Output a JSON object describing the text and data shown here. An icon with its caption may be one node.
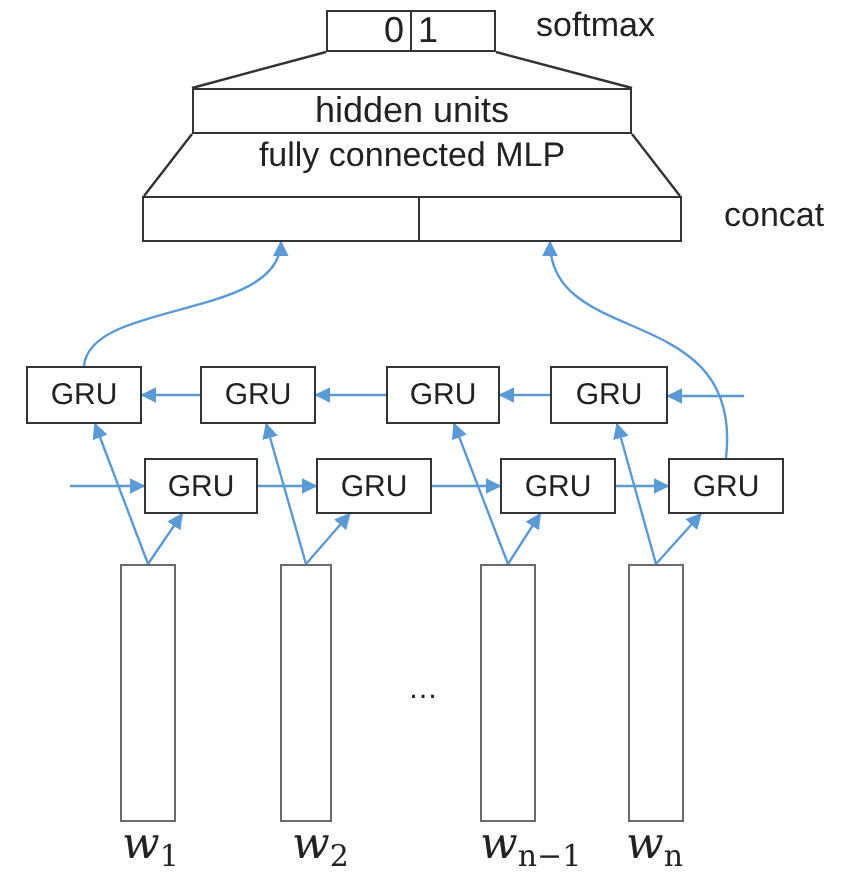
{
  "diagram": {
    "nodes": [
      {
        "text": [
          "0",
          "1"
        ],
        "beside": [
          "softmax"
        ]
      },
      {
        "text": [
          "hidden units"
        ]
      },
      {
        "text": [
          "fully connected MLP"
        ]
      },
      {
        "text": [],
        "shape": "box"
      },
      {
        "text": [],
        "shape": "box",
        "beside": [
          "concat"
        ]
      },
      {
        "text": [
          "GRU"
        ]
      },
      {
        "text": [
          "GRU"
        ]
      },
      {
        "text": [
          "GRU"
        ]
      },
      {
        "text": [
          "GRU"
        ]
      },
      {
        "text": [
          "GRU"
        ]
      },
      {
        "text": [
          "GRU"
        ]
      },
      {
        "text": [
          "GRU"
        ]
      },
      {
        "text": [
          "GRU"
        ]
      },
      {
        "text": [],
        "shape": "bar",
        "beside": [
          "*w*$_{1}$"
        ]
      },
      {
        "text": [],
        "shape": "bar",
        "beside": [
          "*w*$_{2}$"
        ]
      },
      {
        "text": [],
        "shape": "bar",
        "beside": [
          "*w*$_{n−1}$"
        ]
      },
      {
        "text": [],
        "shape": "bar",
        "beside": [
          "*w*$_{n}$"
        ]
      }
    ],
    "edges": [
      {
        "from": null,
        "to": 8,
        "arrow": "to"
      },
      {
        "from": 8,
        "to": 7,
        "arrow": "to"
      },
      {
        "from": 7,
        "to": 6,
        "arrow": "to"
      },
      {
        "from": 6,
        "to": 5,
        "arrow": "to"
      },
      {
        "from": null,
        "to": 9,
        "arrow": "to"
      },
      {
        "from": 9,
        "to": 10,
        "arrow": "to"
      },
      {
        "from": 10,
        "to": 11,
        "arrow": "to"
      },
      {
        "from": 11,
        "to": 12,
        "arrow": "to"
      },
      {
        "from": 13,
        "to": 5,
        "arrow": "to"
      },
      {
        "from": 13,
        "to": 9,
        "arrow": "to"
      },
      {
        "from": 14,
        "to": 6,
        "arrow": "to"
      },
      {
        "from": 14,
        "to": 10,
        "arrow": "to"
      },
      {
        "from": 15,
        "to": 7,
        "arrow": "to"
      },
      {
        "from": 15,
        "to": 11,
        "arrow": "to"
      },
      {
        "from": 16,
        "to": 8,
        "arrow": "to"
      },
      {
        "from": 16,
        "to": 12,
        "arrow": "to"
      },
      {
        "from": 5,
        "to": 3,
        "arrow": "to"
      },
      {
        "from": 12,
        "to": 4,
        "arrow": "to"
      },
      {
        "from": 0,
        "to": 1,
        "arrow": "none",
        "color": "#333333"
      },
      {
        "from": 0,
        "to": 1,
        "arrow": "none",
        "color": "#333333"
      }
    ],
    "labels": [
      "…"
    ]
  }
}
